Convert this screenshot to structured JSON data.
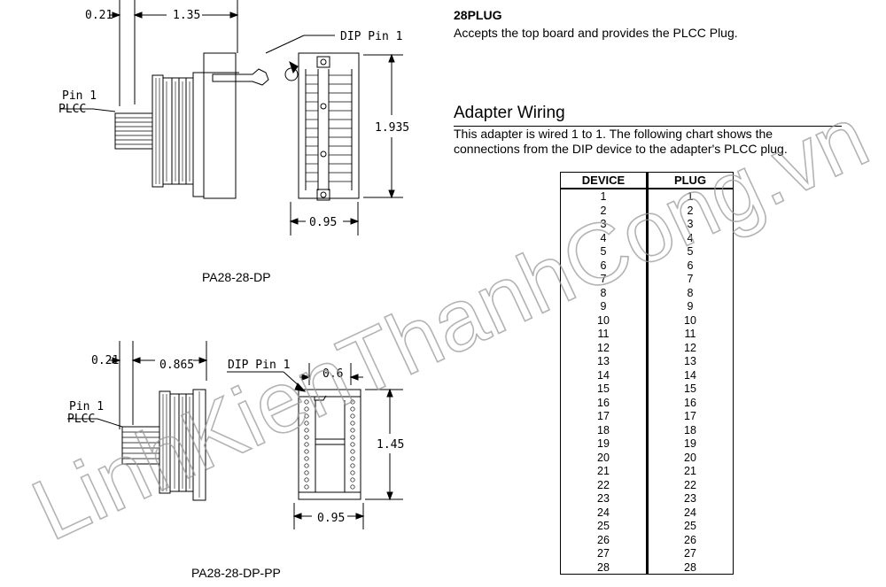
{
  "drawing_top": {
    "dim_021": "0.21",
    "dim_135": "1.35",
    "dim_1935": "1.935",
    "dim_095": "0.95",
    "dip_pin": "DIP Pin 1",
    "pin1": "Pin 1",
    "plcc": "PLCC",
    "caption": "PA28-28-DP"
  },
  "drawing_bottom": {
    "dim_021": "0.21",
    "dim_0865": "0.865",
    "dim_06": "0.6",
    "dim_145": "1.45",
    "dim_095": "0.95",
    "dip_pin": "DIP Pin 1",
    "pin1": "Pin 1",
    "plcc": "PLCC",
    "caption": "PA28-28-DP-PP"
  },
  "plug": {
    "title": "28PLUG",
    "description": "Accepts the top board and provides the PLCC Plug."
  },
  "wiring": {
    "title": "Adapter Wiring",
    "description_line1": "This adapter is wired 1 to 1.  The following chart shows the",
    "description_line2": "connections from the DIP device to the adapter's PLCC plug.",
    "columns": [
      "DEVICE",
      "PLUG"
    ],
    "rows": [
      [
        "1",
        "1"
      ],
      [
        "2",
        "2"
      ],
      [
        "3",
        "3"
      ],
      [
        "4",
        "4"
      ],
      [
        "5",
        "5"
      ],
      [
        "6",
        "6"
      ],
      [
        "7",
        "7"
      ],
      [
        "8",
        "8"
      ],
      [
        "9",
        "9"
      ],
      [
        "10",
        "10"
      ],
      [
        "11",
        "11"
      ],
      [
        "12",
        "12"
      ],
      [
        "13",
        "13"
      ],
      [
        "14",
        "14"
      ],
      [
        "15",
        "15"
      ],
      [
        "16",
        "16"
      ],
      [
        "17",
        "17"
      ],
      [
        "18",
        "18"
      ],
      [
        "19",
        "19"
      ],
      [
        "20",
        "20"
      ],
      [
        "21",
        "21"
      ],
      [
        "22",
        "22"
      ],
      [
        "23",
        "23"
      ],
      [
        "24",
        "24"
      ],
      [
        "25",
        "25"
      ],
      [
        "26",
        "26"
      ],
      [
        "27",
        "27"
      ],
      [
        "28",
        "28"
      ]
    ]
  },
  "watermark": "LinhKienThanhCong.vn"
}
